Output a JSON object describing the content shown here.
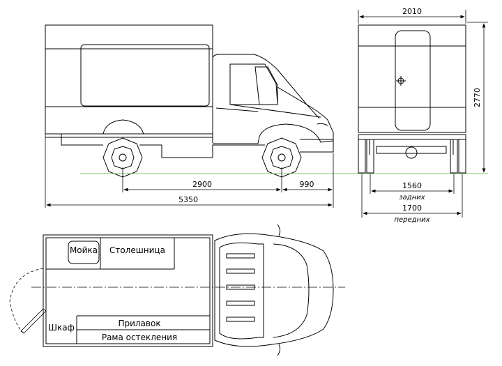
{
  "dimensions": {
    "body_width": "2010",
    "overall_height": "2770",
    "wheelbase": "2900",
    "front_overhang": "990",
    "overall_length": "5350",
    "rear_track": "1560",
    "rear_track_label": "задних",
    "front_track": "1700",
    "front_track_label": "передних"
  },
  "layout_labels": {
    "sink": "Мойка",
    "countertop": "Столешница",
    "cabinet": "Шкаф",
    "counter": "Прилавок",
    "glazing_frame": "Рама остекления"
  },
  "colors": {
    "lines": "#000000",
    "ground_line": "#7cc46a"
  }
}
